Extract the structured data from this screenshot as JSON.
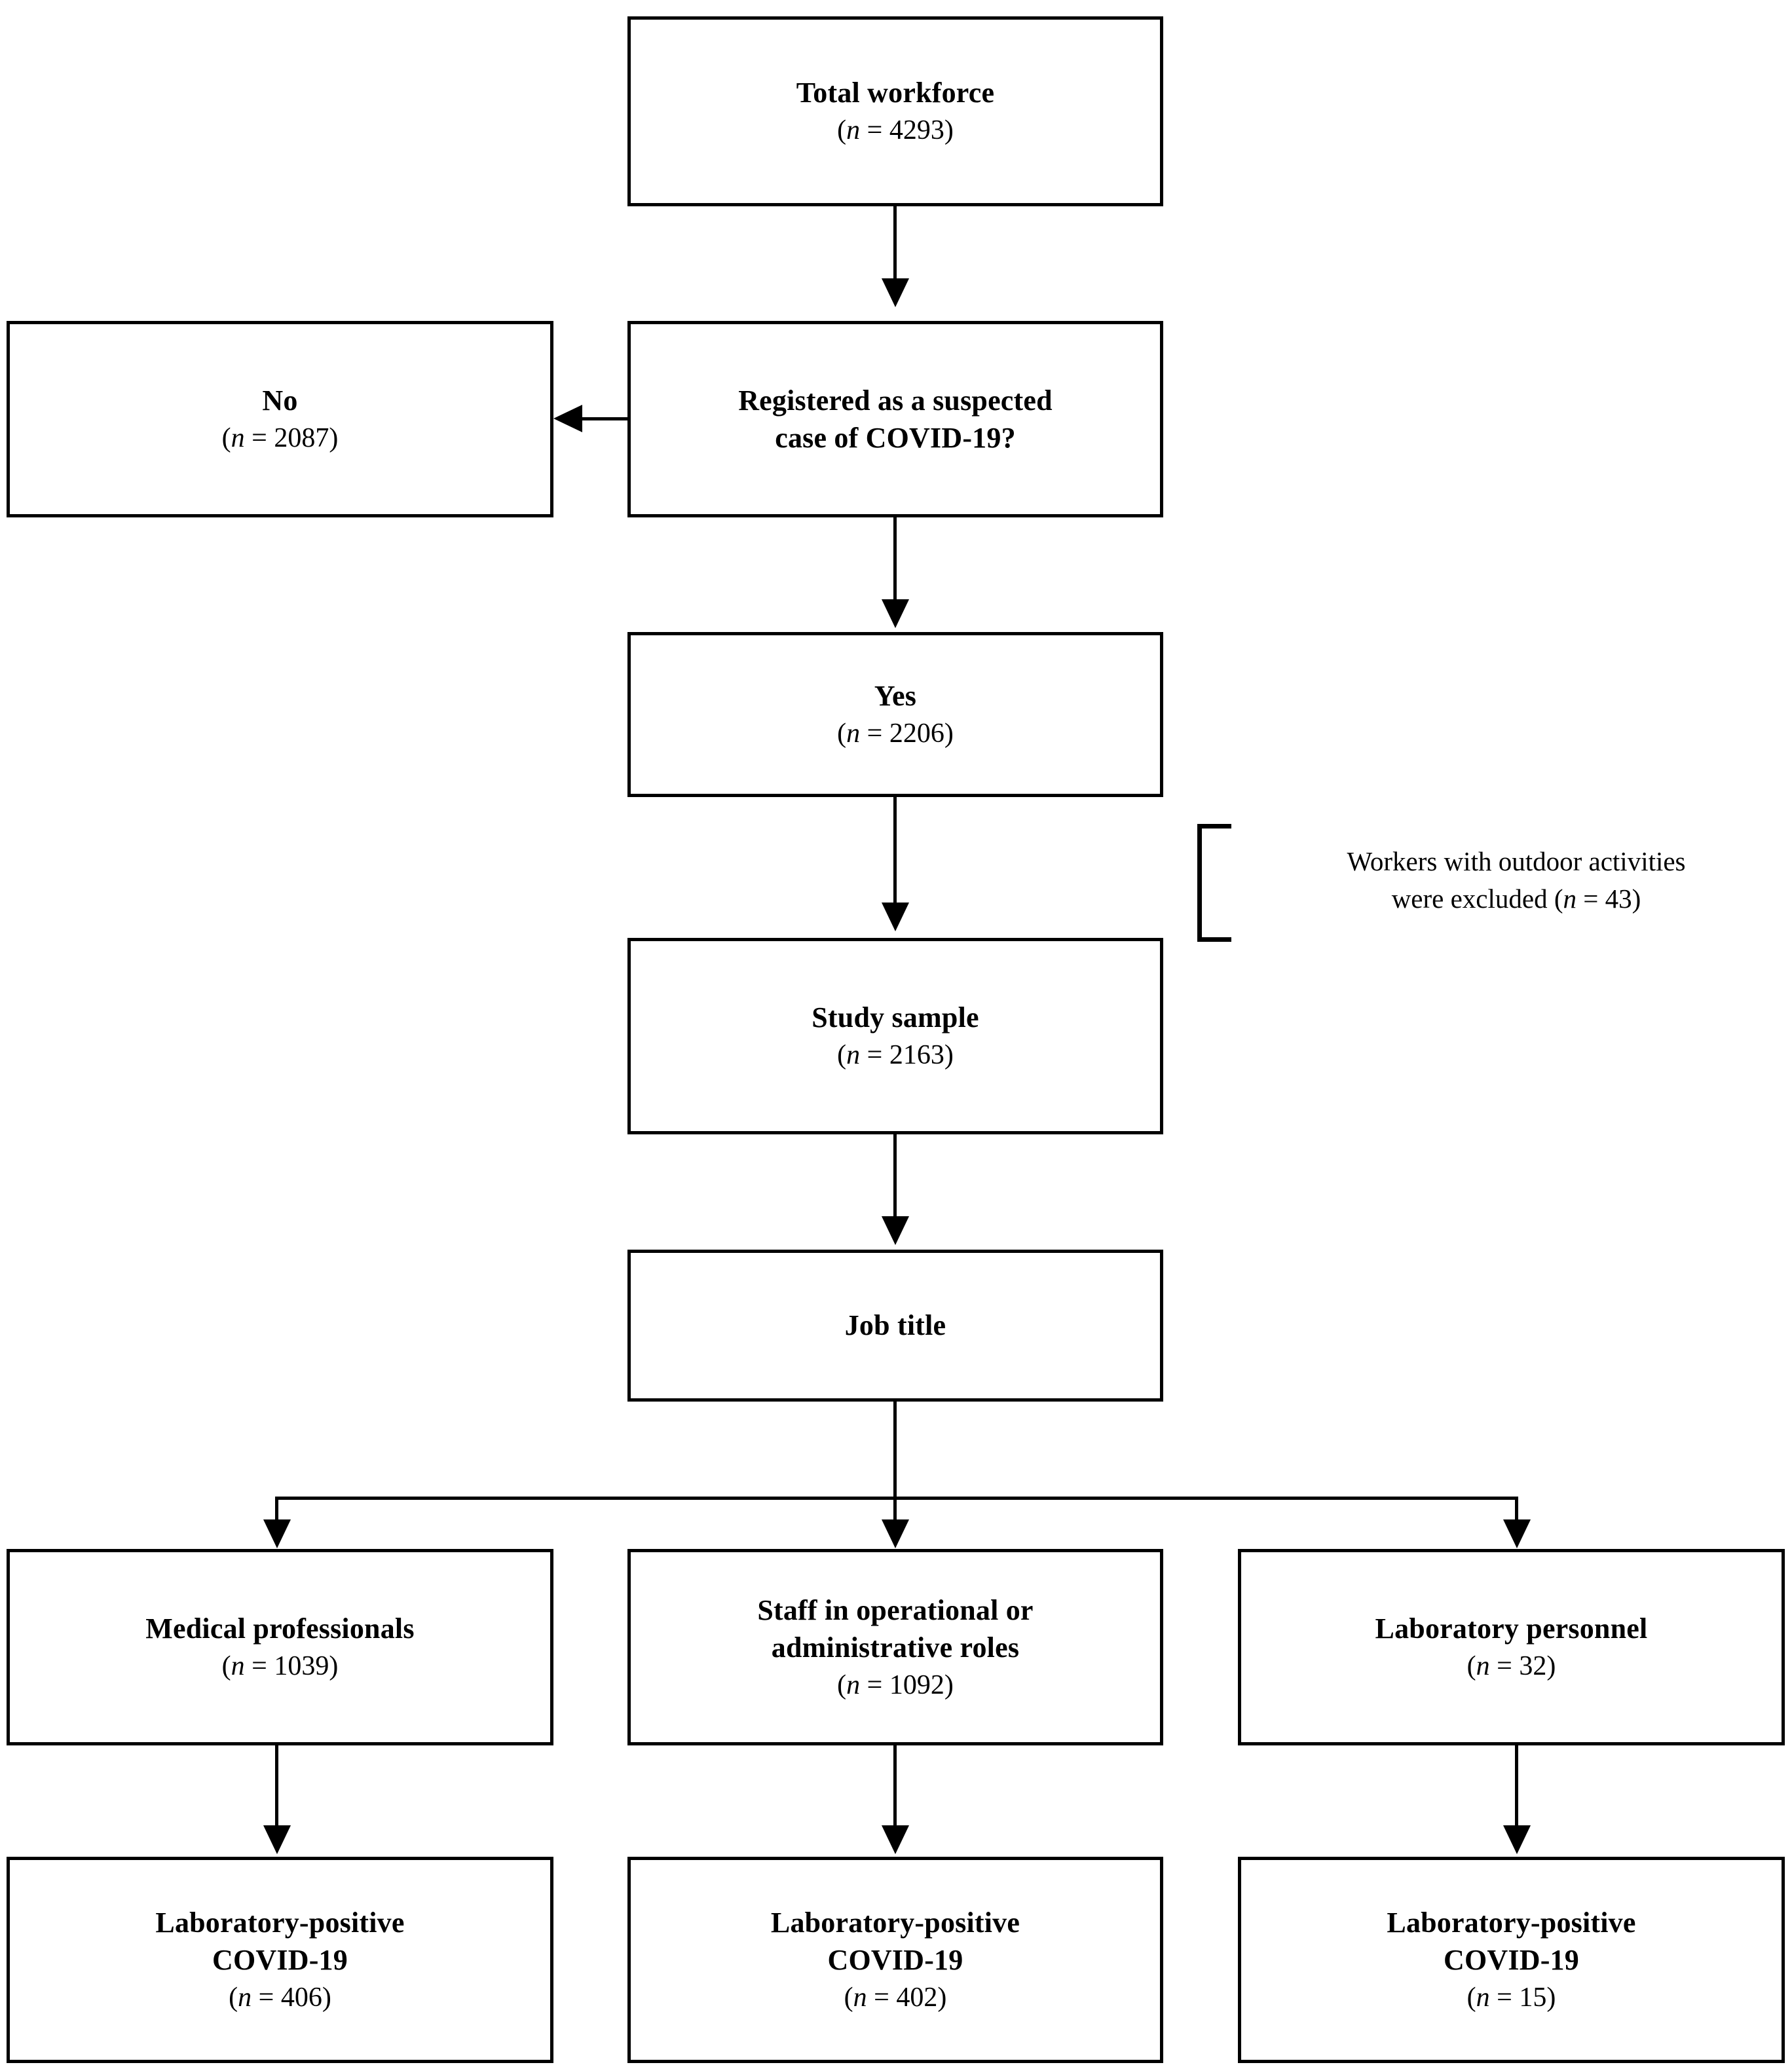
{
  "diagram": {
    "type": "flowchart",
    "title": "Study participant selection flow diagram",
    "colors": {
      "stroke": "#000000",
      "background": "#ffffff",
      "text": "#000000"
    },
    "nodes": [
      {
        "id": "total-workforce",
        "title_lines": [
          "Total workforce"
        ],
        "n_prefix": "(",
        "n_var": "n",
        "n_eq": " =  ",
        "n_value": "4293",
        "n_suffix": ")",
        "count_text": "(n =  4293)"
      },
      {
        "id": "registered-suspected-case",
        "title_lines": [
          "Registered as a suspected",
          "case of COVID-19?"
        ],
        "count_text": ""
      },
      {
        "id": "no",
        "title_lines": [
          "No"
        ],
        "n_var": "n",
        "n_eq": " = ",
        "n_value": "2087",
        "count_text": "(n = 2087)"
      },
      {
        "id": "yes",
        "title_lines": [
          "Yes"
        ],
        "n_var": "n",
        "n_eq": " = ",
        "n_value": "2206",
        "count_text": "(n = 2206)"
      },
      {
        "id": "study-sample",
        "title_lines": [
          "Study sample"
        ],
        "n_var": "n",
        "n_eq": " = ",
        "n_value": "2163",
        "count_text": "(n = 2163)"
      },
      {
        "id": "job-title",
        "title_lines": [
          "Job title"
        ],
        "count_text": ""
      },
      {
        "id": "medical-professionals",
        "title_lines": [
          "Medical professionals"
        ],
        "n_var": "n",
        "n_eq": " =  ",
        "n_value": "1039",
        "count_text": "(n =  1039)"
      },
      {
        "id": "operational-administrative-staff",
        "title_lines": [
          "Staff in operational or",
          "administrative roles"
        ],
        "n_var": "n",
        "n_eq": " =  ",
        "n_value": "1092",
        "count_text": "(n =  1092)"
      },
      {
        "id": "laboratory-personnel",
        "title_lines": [
          "Laboratory personnel"
        ],
        "n_var": "n",
        "n_eq": " =  ",
        "n_value": "32",
        "count_text": "(n =  32)"
      },
      {
        "id": "lab-positive-medical",
        "title_lines": [
          "Laboratory-positive",
          "COVID-19"
        ],
        "n_var": "n",
        "n_eq": " =  ",
        "n_value": "406",
        "count_text": "(n =  406)"
      },
      {
        "id": "lab-positive-operational",
        "title_lines": [
          "Laboratory-positive",
          "COVID-19"
        ],
        "n_var": "n",
        "n_eq": " =  ",
        "n_value": "402",
        "count_text": "(n =  402)"
      },
      {
        "id": "lab-positive-laboratory",
        "title_lines": [
          "Laboratory-positive",
          "COVID-19"
        ],
        "n_var": "n",
        "n_eq": " =  ",
        "n_value": "15",
        "count_text": "(n =  15)"
      }
    ],
    "annotation": {
      "line1": "Workers with outdoor activities",
      "line2_before": "were excluded (",
      "line2_var": "n",
      "line2_eq": " = ",
      "line2_value": "43",
      "line2_after": ")"
    }
  }
}
